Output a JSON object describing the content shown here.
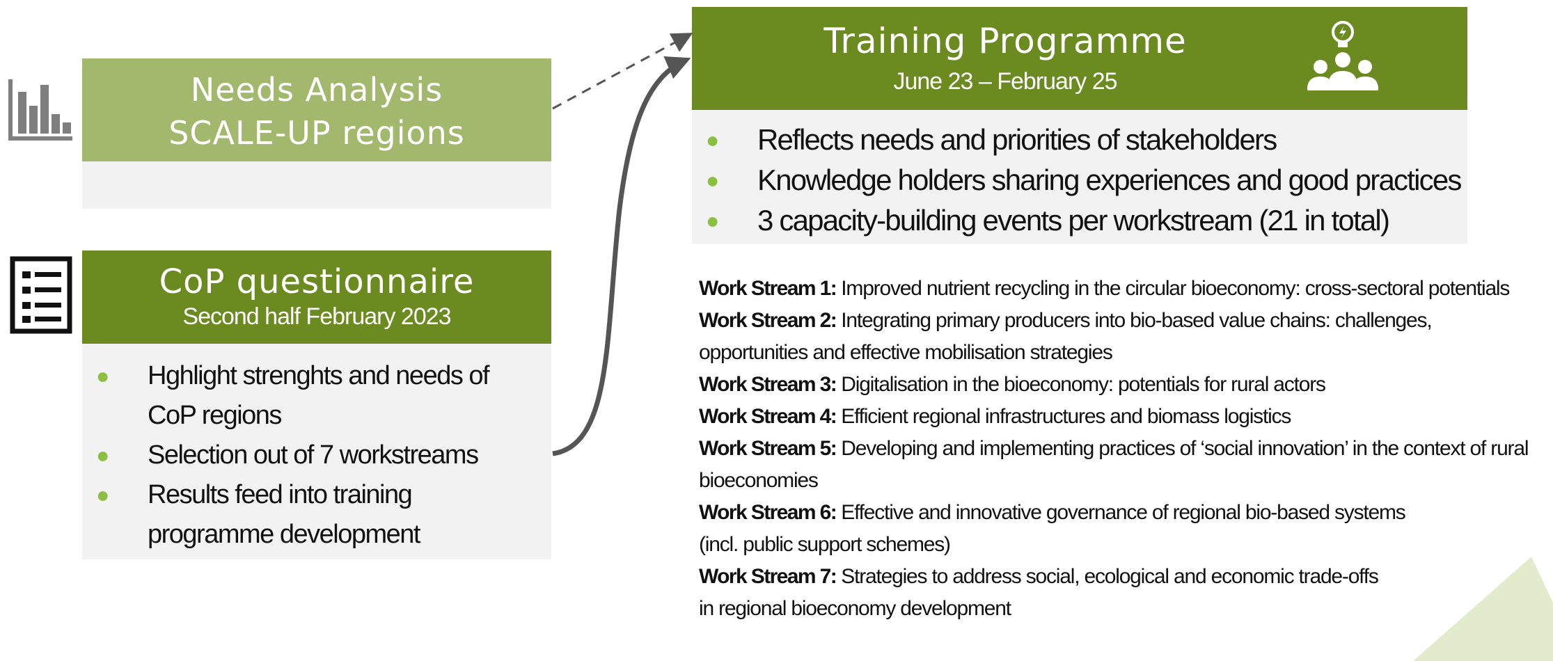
{
  "needs_analysis": {
    "title_line1": "Needs Analysis",
    "title_line2": "SCALE-UP regions",
    "icon": "bar-chart-icon"
  },
  "cop_questionnaire": {
    "title": "CoP questionnaire",
    "subtitle": "Second half February 2023",
    "icon": "list-icon",
    "bullets": [
      "Hghlight strenghts and needs of CoP regions",
      "Selection out of 7 workstreams",
      "Results feed into training programme development"
    ]
  },
  "training_programme": {
    "title": "Training Programme",
    "subtitle": "June 23 – February 25",
    "icon": "team-idea-icon",
    "bullets": [
      "Reflects needs and priorities of stakeholders",
      "Knowledge holders sharing experiences and good practices",
      "3 capacity-building events per workstream (21 in total)"
    ]
  },
  "work_streams": [
    {
      "label": "Work Stream 1:",
      "text": "Improved nutrient recycling in the circular bioeconomy: cross-sectoral potentials",
      "cont": ""
    },
    {
      "label": "Work Stream 2:",
      "text": "Integrating primary producers into bio-based value chains: challenges,",
      "cont": "opportunities and effective mobilisation strategies"
    },
    {
      "label": "Work Stream 3:",
      "text": "Digitalisation in the bioeconomy: potentials for rural actors",
      "cont": ""
    },
    {
      "label": "Work Stream 4:",
      "text": "Efficient regional infrastructures and biomass logistics",
      "cont": ""
    },
    {
      "label": "Work Stream 5:",
      "text": "Developing and implementing practices of ‘social innovation’ in the context of rural",
      "cont": "bioeconomies"
    },
    {
      "label": "Work Stream 6:",
      "text": "Effective and innovative governance of regional bio-based systems",
      "cont": "(incl. public support schemes)"
    },
    {
      "label": "Work Stream 7:",
      "text": "Strategies to address social, ecological and economic trade-offs",
      "cont": "in regional bioeconomy development"
    }
  ],
  "colors": {
    "header_light": "#a2b86c",
    "header_dark": "#6b8a1f",
    "panel": "#f2f2f2",
    "bullet": "#8cbf3f",
    "arrow": "#555555"
  }
}
